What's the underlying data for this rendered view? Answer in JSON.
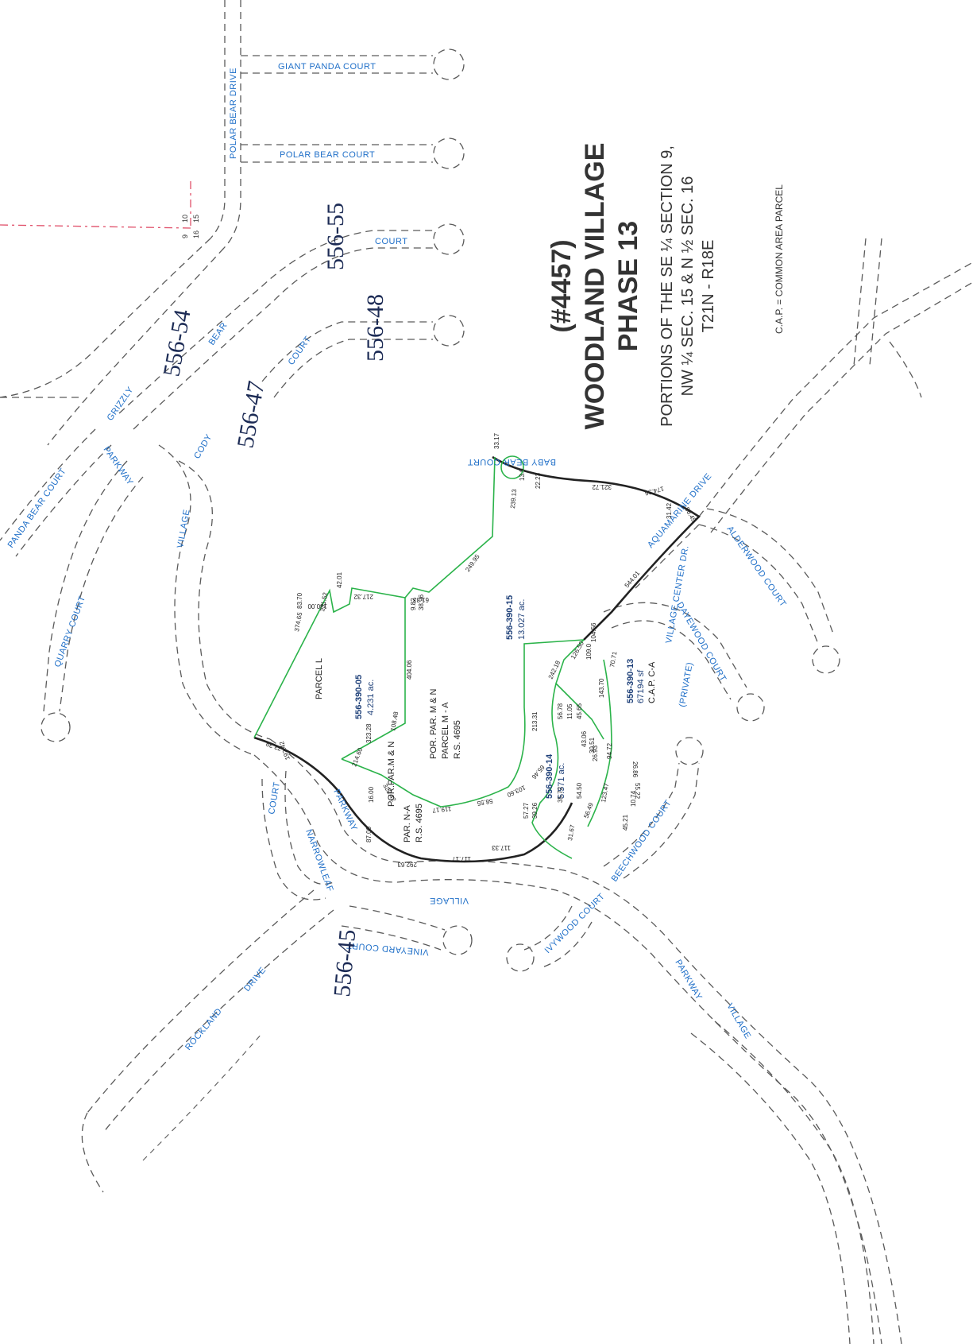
{
  "title": {
    "number": "(#4457)",
    "name": "WOODLAND VILLAGE",
    "phase": "PHASE 13",
    "line1": "PORTIONS OF THE SE ¼ SECTION 9,",
    "line2": "NW ¼ SEC. 15 & N ½ SEC. 16",
    "line3": "T21N - R18E"
  },
  "legend": "C.A.P. = COMMON AREA PARCEL",
  "section_corner": [
    "9",
    "10",
    "16",
    "15"
  ],
  "streets": {
    "giant_panda": "GIANT PANDA COURT",
    "polar_bear_court": "POLAR BEAR COURT",
    "polar_bear_drive": "POLAR BEAR DRIVE",
    "court_a": "COURT",
    "bear": "BEAR",
    "court_b": "COURT",
    "grizzly": "GRIZZLY",
    "parkway_n": "PARKWAY",
    "panda_bear": "PANDA BEAR COURT",
    "cody": "CODY",
    "village_n": "VILLAGE",
    "quarry": "QUARRY COURT",
    "baby_bear": "BABY BEAR COURT",
    "aquamarine": "AQUAMARINE DRIVE",
    "alderwood": "ALDERWOOD COURT",
    "daywood": "DAYEWOOD COURT",
    "village_center": "VILLAGE CENTER DR.",
    "private": "(PRIVATE)",
    "court_c": "COURT",
    "narrowleaf": "NARROWLEAF",
    "parkway_w": "PARKWAY",
    "village_s": "VILLAGE",
    "vineyard": "VINEYARD COURT",
    "beechwood": "BEECHWOOD COURT",
    "ivywood": "IVYWOOD COURT",
    "rockland": "ROCKLAND",
    "drive": "DRIVE",
    "parkway_se": "PARKWAY",
    "village_se": "VILLAGE"
  },
  "apn_labels": [
    "556-55",
    "556-54",
    "556-48",
    "556-47",
    "556-45"
  ],
  "parcels": {
    "p05": {
      "id": "556-390-05",
      "area": "4.231 ac."
    },
    "p15": {
      "id": "556-390-15",
      "area": "13.027 ac."
    },
    "p14": {
      "id": "556-390-14",
      "area": "5.571 ac."
    },
    "p13": {
      "id": "556-390-13",
      "area": "67194 sf",
      "cap": "C.A.P. C-A"
    },
    "parcel_l": "PARCEL L",
    "por_par_mn": "POR. PAR. M & N",
    "parcel_ma": "PARCEL M - A",
    "rs_a": "R.S. 4695",
    "por_par_mn2": "POR.PAR.M & N",
    "par_na": "PAR.  N-A",
    "rs_b": "R.S. 4695"
  },
  "dimensions": [
    "374.65",
    "131.52",
    "83.70",
    "130.00",
    "42.01",
    "217.32",
    "9.82",
    "38.96",
    "61.33",
    "249.95",
    "239.13",
    "33.17",
    "22.23",
    "13.9",
    "321.72",
    "174.36",
    "31.42",
    "88.45",
    "544.01",
    "404.06",
    "323.28",
    "108.48",
    "214.60",
    "322.42",
    "73.39",
    "192.42",
    "16.00",
    "87.00",
    "292.63",
    "117.17",
    "117.33",
    "119.17",
    "58.55",
    "103.60",
    "65.46",
    "213.31",
    "242.18",
    "126.50",
    "70.71",
    "143.70",
    "109.0",
    "104.56",
    "56.78",
    "11.05",
    "45.65",
    "43.06",
    "30.51",
    "26.93",
    "94.72",
    "55.22",
    "26.86",
    "123.47",
    "56.49",
    "54.50",
    "35.72",
    "57.27",
    "39.26",
    "31.67",
    "45.21",
    "10.74"
  ]
}
